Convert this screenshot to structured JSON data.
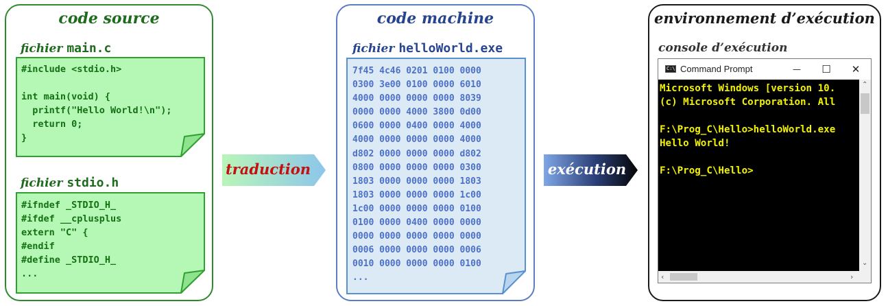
{
  "panels": {
    "source": {
      "title": "code source",
      "file1": {
        "prefix": "fichier",
        "name": "main.c",
        "code": "#include <stdio.h>\n\nint main(void) {\n  printf(\"Hello World!\\n\");\n  return 0;\n}"
      },
      "file2": {
        "prefix": "fichier",
        "name": "stdio.h",
        "code": "#ifndef _STDIO_H_\n#ifdef __cplusplus\nextern \"C\" {\n#endif\n#define _STDIO_H_\n..."
      }
    },
    "machine": {
      "title": "code machine",
      "file": {
        "prefix": "fichier",
        "name": "helloWorld.exe",
        "code": "7f45 4c46 0201 0100 0000\n0300 3e00 0100 0000 6010\n4000 0000 0000 0000 8039\n0000 0000 4000 3800 0d00\n0600 0000 0400 0000 4000\n4000 0000 0000 0000 4000\nd802 0000 0000 0000 d802\n0800 0000 0000 0000 0300\n1803 0000 0000 0000 1803\n1803 0000 0000 0000 1c00\n1c00 0000 0000 0000 0100\n0100 0000 0400 0000 0000\n0000 0000 0000 0000 0000\n0006 0000 0000 0000 0006\n0010 0000 0000 0000 0100\n..."
      }
    },
    "runtime": {
      "title": "environnement d’exécution",
      "console_label": "console d’exécution",
      "window": {
        "title": "Command Prompt",
        "icon_text": "C:\\",
        "minimize": "—",
        "maximize": "☐",
        "close": "✕",
        "output": "Microsoft Windows [version 10.\n(c) Microsoft Corporation. All\n\nF:\\Prog_C\\Hello>helloWorld.exe\nHello World!\n\nF:\\Prog_C\\Hello>"
      }
    }
  },
  "arrows": {
    "translation": "traduction",
    "execution": "exécution"
  },
  "colors": {
    "source_border": "#2d8a2d",
    "source_title": "#1d6b1d",
    "source_page_fill": "#b5f7b5",
    "source_page_border": "#2fa02f",
    "source_code": "#137013",
    "machine_border": "#5c7cc6",
    "machine_title": "#27458f",
    "machine_page_fill": "#dbeaf4",
    "machine_page_border": "#5a8fd0",
    "machine_code": "#4d70c8",
    "runtime_border": "#1a1a1a",
    "console_text": "#f2f200",
    "translation_text": "#c41010",
    "execution_text": "#ffffff"
  }
}
